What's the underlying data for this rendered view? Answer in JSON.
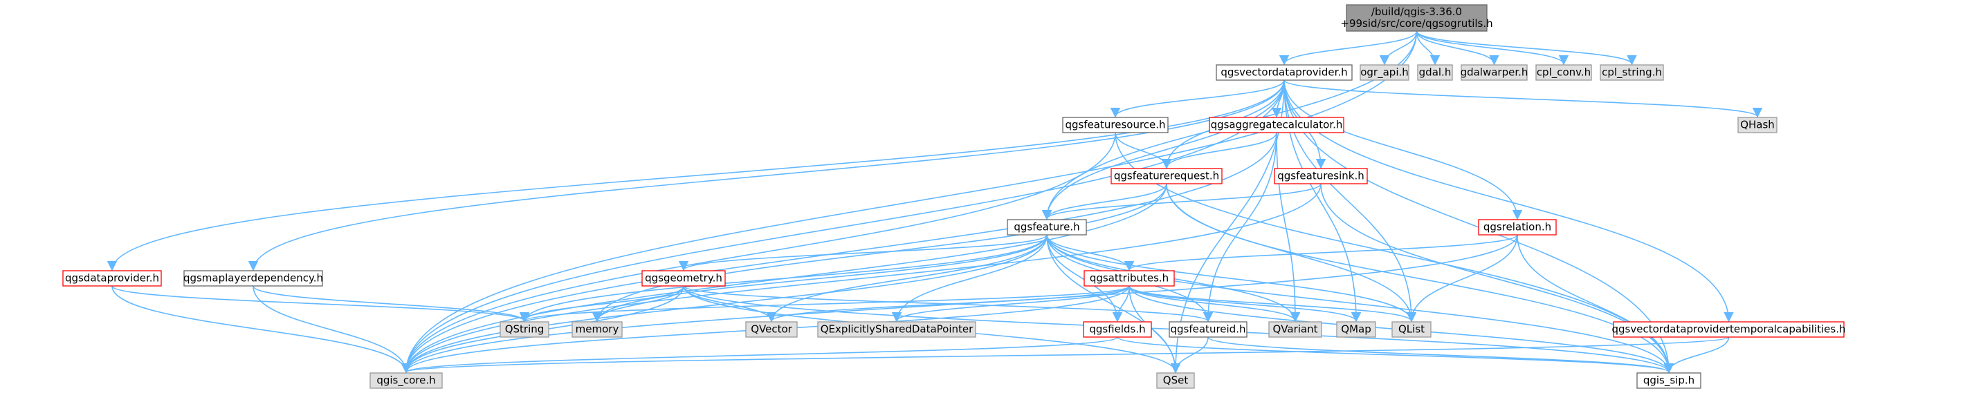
{
  "diagram": {
    "type": "include-dependency-graph",
    "colors": {
      "edge": "#63b8ff",
      "root_fill": "#999999",
      "root_border": "#666666",
      "project_fill": "#ffffff",
      "project_border": "#666666",
      "highlight_border": "#ff0000",
      "external_fill": "#e0e0e0",
      "external_border": "#999999"
    },
    "nodes": [
      {
        "id": "root",
        "lines": [
          "/build/qgis-3.36.0",
          "+99sid/src/core/qgsogrutils.h"
        ],
        "style": "root"
      },
      {
        "id": "qgsvectordataprovider",
        "lines": [
          "qgsvectordataprovider.h"
        ],
        "style": "project"
      },
      {
        "id": "ogr_api",
        "lines": [
          "ogr_api.h"
        ],
        "style": "external"
      },
      {
        "id": "gdal",
        "lines": [
          "gdal.h"
        ],
        "style": "external"
      },
      {
        "id": "gdalwarper",
        "lines": [
          "gdalwarper.h"
        ],
        "style": "external"
      },
      {
        "id": "cpl_conv",
        "lines": [
          "cpl_conv.h"
        ],
        "style": "external"
      },
      {
        "id": "cpl_string",
        "lines": [
          "cpl_string.h"
        ],
        "style": "external"
      },
      {
        "id": "qgsfeaturesource",
        "lines": [
          "qgsfeaturesource.h"
        ],
        "style": "project"
      },
      {
        "id": "qgsaggregatecalculator",
        "lines": [
          "qgsaggregatecalculator.h"
        ],
        "style": "highlight"
      },
      {
        "id": "QHash",
        "lines": [
          "QHash"
        ],
        "style": "external"
      },
      {
        "id": "qgsfeaturerequest",
        "lines": [
          "qgsfeaturerequest.h"
        ],
        "style": "highlight"
      },
      {
        "id": "qgsfeaturesink",
        "lines": [
          "qgsfeaturesink.h"
        ],
        "style": "highlight"
      },
      {
        "id": "qgsfeature",
        "lines": [
          "qgsfeature.h"
        ],
        "style": "project"
      },
      {
        "id": "qgsrelation",
        "lines": [
          "qgsrelation.h"
        ],
        "style": "highlight"
      },
      {
        "id": "qgsdataprovider",
        "lines": [
          "qgsdataprovider.h"
        ],
        "style": "highlight"
      },
      {
        "id": "qgsmaplayerdependency",
        "lines": [
          "qgsmaplayerdependency.h"
        ],
        "style": "project"
      },
      {
        "id": "qgsgeometry",
        "lines": [
          "qgsgeometry.h"
        ],
        "style": "highlight"
      },
      {
        "id": "qgsattributes",
        "lines": [
          "qgsattributes.h"
        ],
        "style": "highlight"
      },
      {
        "id": "QString",
        "lines": [
          "QString"
        ],
        "style": "external"
      },
      {
        "id": "memory",
        "lines": [
          "memory"
        ],
        "style": "external"
      },
      {
        "id": "QVector",
        "lines": [
          "QVector"
        ],
        "style": "external"
      },
      {
        "id": "QExplicitlySharedDataPointer",
        "lines": [
          "QExplicitlySharedDataPointer"
        ],
        "style": "external"
      },
      {
        "id": "qgsfeatureid",
        "lines": [
          "qgsfeatureid.h"
        ],
        "style": "project"
      },
      {
        "id": "QVariant",
        "lines": [
          "QVariant"
        ],
        "style": "external"
      },
      {
        "id": "QMap",
        "lines": [
          "QMap"
        ],
        "style": "external"
      },
      {
        "id": "QList",
        "lines": [
          "QList"
        ],
        "style": "external"
      },
      {
        "id": "qgsvectordataprovidertemporalcapabilities",
        "lines": [
          "qgsvectordataprovidertemporalcapabilities.h"
        ],
        "style": "highlight"
      },
      {
        "id": "qgsfields",
        "lines": [
          "qgsfields.h"
        ],
        "style": "highlight"
      },
      {
        "id": "qgis_core",
        "lines": [
          "qgis_core.h"
        ],
        "style": "external"
      },
      {
        "id": "QSet",
        "lines": [
          "QSet"
        ],
        "style": "external"
      },
      {
        "id": "qgis_sip",
        "lines": [
          "qgis_sip.h"
        ],
        "style": "project"
      }
    ],
    "edges": [
      [
        "root",
        "qgsvectordataprovider"
      ],
      [
        "root",
        "ogr_api"
      ],
      [
        "root",
        "gdal"
      ],
      [
        "root",
        "gdalwarper"
      ],
      [
        "root",
        "cpl_conv"
      ],
      [
        "root",
        "cpl_string"
      ],
      [
        "root",
        "qgis_core"
      ],
      [
        "root",
        "qgsfeature"
      ],
      [
        "qgsvectordataprovider",
        "qgsfeaturesource"
      ],
      [
        "qgsvectordataprovider",
        "qgsaggregatecalculator"
      ],
      [
        "qgsvectordataprovider",
        "QHash"
      ],
      [
        "qgsvectordataprovider",
        "qgsfeaturerequest"
      ],
      [
        "qgsvectordataprovider",
        "qgsfeaturesink"
      ],
      [
        "qgsvectordataprovider",
        "qgsfeature"
      ],
      [
        "qgsvectordataprovider",
        "qgsrelation"
      ],
      [
        "qgsvectordataprovider",
        "qgsdataprovider"
      ],
      [
        "qgsvectordataprovider",
        "qgsmaplayerdependency"
      ],
      [
        "qgsvectordataprovider",
        "qgsvectordataprovidertemporalcapabilities"
      ],
      [
        "qgsvectordataprovider",
        "QList"
      ],
      [
        "qgsvectordataprovider",
        "QMap"
      ],
      [
        "qgsvectordataprovider",
        "QSet"
      ],
      [
        "qgsvectordataprovider",
        "qgis_core"
      ],
      [
        "qgsvectordataprovider",
        "qgis_sip"
      ],
      [
        "qgsfeaturesource",
        "qgsfeaturerequest"
      ],
      [
        "qgsfeaturesource",
        "qgis_core"
      ],
      [
        "qgsfeaturesource",
        "qgis_sip"
      ],
      [
        "qgsaggregatecalculator",
        "qgsfeaturerequest"
      ],
      [
        "qgsaggregatecalculator",
        "qgsfeatureid"
      ],
      [
        "qgsaggregatecalculator",
        "QVariant"
      ],
      [
        "qgsaggregatecalculator",
        "qgis_core"
      ],
      [
        "qgsfeaturerequest",
        "qgsfeature"
      ],
      [
        "qgsfeaturerequest",
        "QList"
      ],
      [
        "qgsfeaturerequest",
        "memory"
      ],
      [
        "qgsfeaturerequest",
        "qgis_core"
      ],
      [
        "qgsfeaturerequest",
        "qgis_sip"
      ],
      [
        "qgsfeaturesink",
        "qgsfeature"
      ],
      [
        "qgsfeaturesink",
        "qgis_core"
      ],
      [
        "qgsfeaturesink",
        "qgis_sip"
      ],
      [
        "qgsfeature",
        "qgsgeometry"
      ],
      [
        "qgsfeature",
        "qgsattributes"
      ],
      [
        "qgsfeature",
        "qgsfields"
      ],
      [
        "qgsfeature",
        "qgsfeatureid"
      ],
      [
        "qgsfeature",
        "QExplicitlySharedDataPointer"
      ],
      [
        "qgsfeature",
        "QVariant"
      ],
      [
        "qgsfeature",
        "QVector"
      ],
      [
        "qgsfeature",
        "QList"
      ],
      [
        "qgsfeature",
        "QString"
      ],
      [
        "qgsfeature",
        "memory"
      ],
      [
        "qgsfeature",
        "QSet"
      ],
      [
        "qgsfeature",
        "qgis_core"
      ],
      [
        "qgsfeature",
        "qgis_sip"
      ],
      [
        "qgsrelation",
        "qgsattributes"
      ],
      [
        "qgsrelation",
        "QList"
      ],
      [
        "qgsrelation",
        "qgis_core"
      ],
      [
        "qgsrelation",
        "qgis_sip"
      ],
      [
        "qgsdataprovider",
        "QString"
      ],
      [
        "qgsdataprovider",
        "qgis_core"
      ],
      [
        "qgsmaplayerdependency",
        "QString"
      ],
      [
        "qgsmaplayerdependency",
        "qgis_core"
      ],
      [
        "qgsgeometry",
        "QString"
      ],
      [
        "qgsgeometry",
        "memory"
      ],
      [
        "qgsgeometry",
        "QVector"
      ],
      [
        "qgsgeometry",
        "qgsfeatureid"
      ],
      [
        "qgsgeometry",
        "QSet"
      ],
      [
        "qgsgeometry",
        "qgis_core"
      ],
      [
        "qgsgeometry",
        "qgis_sip"
      ],
      [
        "qgsattributes",
        "QString"
      ],
      [
        "qgsattributes",
        "QExplicitlySharedDataPointer"
      ],
      [
        "qgsattributes",
        "QVector"
      ],
      [
        "qgsattributes",
        "QVariant"
      ],
      [
        "qgsattributes",
        "QMap"
      ],
      [
        "qgsattributes",
        "QList"
      ],
      [
        "qgsattributes",
        "qgsfields"
      ],
      [
        "qgsattributes",
        "QSet"
      ],
      [
        "qgsattributes",
        "qgis_core"
      ],
      [
        "qgsattributes",
        "qgis_sip"
      ],
      [
        "qgsfields",
        "qgis_core"
      ],
      [
        "qgsfields",
        "qgis_sip"
      ],
      [
        "qgsfeatureid",
        "QSet"
      ],
      [
        "qgsfeatureid",
        "qgis_sip"
      ],
      [
        "qgsvectordataprovidertemporalcapabilities",
        "qgis_core"
      ],
      [
        "qgsvectordataprovidertemporalcapabilities",
        "qgis_sip"
      ]
    ]
  }
}
